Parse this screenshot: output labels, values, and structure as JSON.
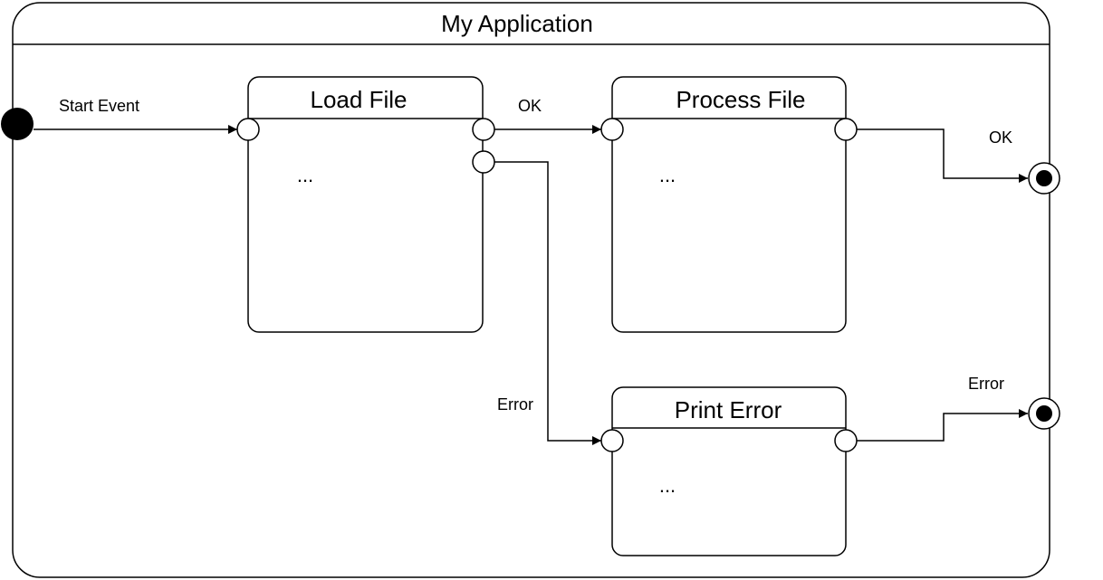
{
  "application": {
    "title": "My Application"
  },
  "states": {
    "load_file": {
      "title": "Load File",
      "body": "..."
    },
    "process_file": {
      "title": "Process File",
      "body": "..."
    },
    "print_error": {
      "title": "Print Error",
      "body": "..."
    }
  },
  "transitions": {
    "start_event": "Start Event",
    "load_ok": "OK",
    "load_error": "Error",
    "process_ok": "OK",
    "print_error": "Error"
  }
}
